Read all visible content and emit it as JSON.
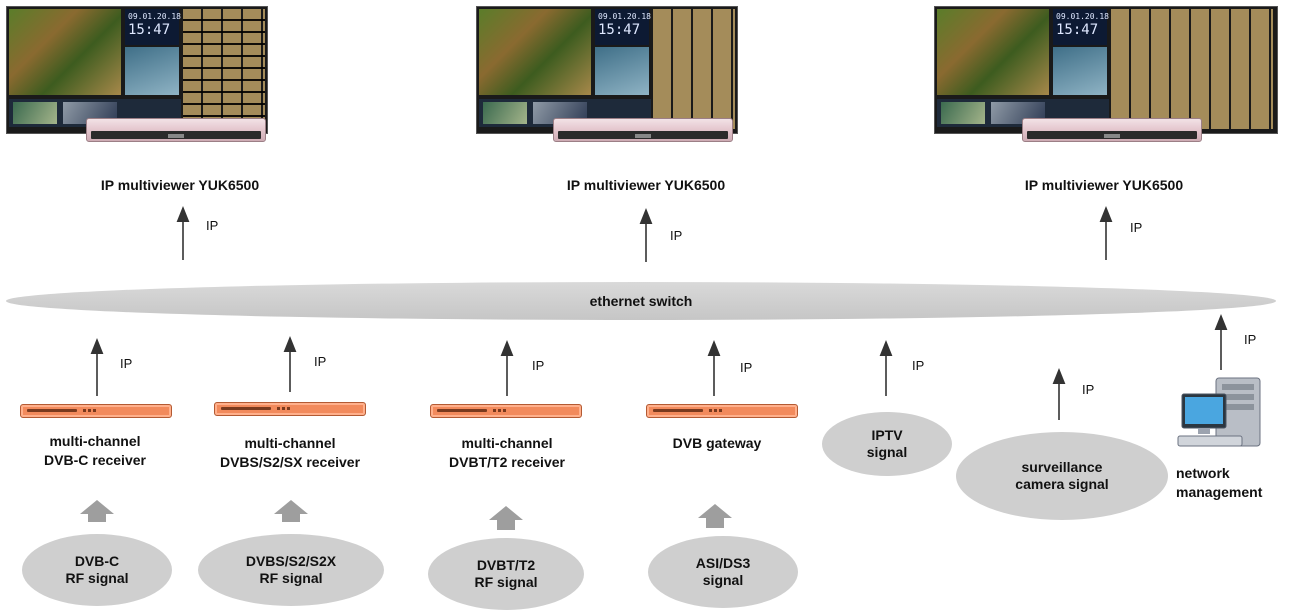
{
  "multiviewers": [
    {
      "label": "IP multiviewer YUK6500",
      "date": "09.01.20.18",
      "time": "15:47"
    },
    {
      "label": "IP multiviewer YUK6500",
      "date": "09.01.20.18",
      "time": "15:47"
    },
    {
      "label": "IP multiviewer YUK6500",
      "date": "09.01.20.18",
      "time": "15:47"
    }
  ],
  "ip_label": "IP",
  "switch_label": "ethernet switch",
  "devices": [
    {
      "label": "multi-channel\nDVB-C receiver",
      "source": "DVB-C\nRF signal"
    },
    {
      "label": "multi-channel\nDVBS/S2/SX receiver",
      "source": "DVBS/S2/S2X\nRF signal"
    },
    {
      "label": "multi-channel\nDVBT/T2 receiver",
      "source": "DVBT/T2\nRF signal"
    },
    {
      "label": "DVB gateway",
      "source": "ASI/DS3\nsignal"
    }
  ],
  "direct_sources": [
    {
      "label": "IPTV\nsignal"
    },
    {
      "label": "surveillance\ncamera signal"
    }
  ],
  "network_management": {
    "label": "network\nmanagement",
    "icon": "computer-icon"
  },
  "colors": {
    "ellipse": "#cfcfcf",
    "switch": "#d0d0d0",
    "unit": "#f28a5c",
    "arrow": "#333333",
    "block_arrow": "#9e9e9e"
  }
}
